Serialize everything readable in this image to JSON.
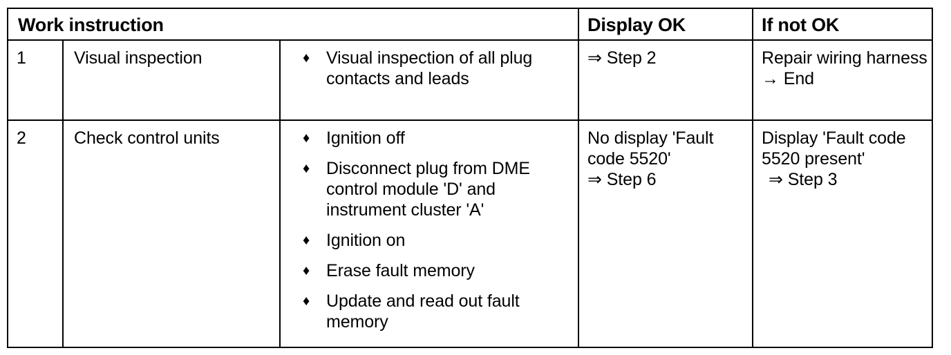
{
  "table": {
    "columns": [
      {
        "key": "step",
        "label": ""
      },
      {
        "key": "name",
        "label": "Work instruction"
      },
      {
        "key": "detail",
        "label": ""
      },
      {
        "key": "display_ok",
        "label": "Display OK"
      },
      {
        "key": "if_not_ok",
        "label": "If not OK"
      }
    ],
    "header": {
      "work_instruction": "Work instruction",
      "display_ok": "Display OK",
      "if_not_ok": "If not OK"
    },
    "bullet_glyph": "♦",
    "double_arrow_glyph": "⇒",
    "single_arrow_glyph": "→",
    "rows": [
      {
        "step": "1",
        "name": "Visual inspection",
        "detail_bullets": [
          "Visual inspection of all plug contacts and leads"
        ],
        "display_ok_lines": [
          "⇒ Step 2"
        ],
        "if_not_ok_lines": [
          "Repair wiring harness",
          "→ End"
        ]
      },
      {
        "step": "2",
        "name": "Check control units",
        "detail_bullets": [
          "Ignition off",
          "Disconnect plug from DME control module 'D' and instrument cluster 'A'",
          "Ignition on",
          "Erase fault memory",
          "Update and read out fault memory"
        ],
        "display_ok_lines": [
          "No display 'Fault code 5520'",
          "⇒ Step 6"
        ],
        "if_not_ok_lines": [
          "Display 'Fault code 5520 present'",
          "⇒ Step 3"
        ]
      }
    ]
  },
  "colors": {
    "border": "#000000",
    "text": "#000000",
    "background": "#ffffff"
  }
}
